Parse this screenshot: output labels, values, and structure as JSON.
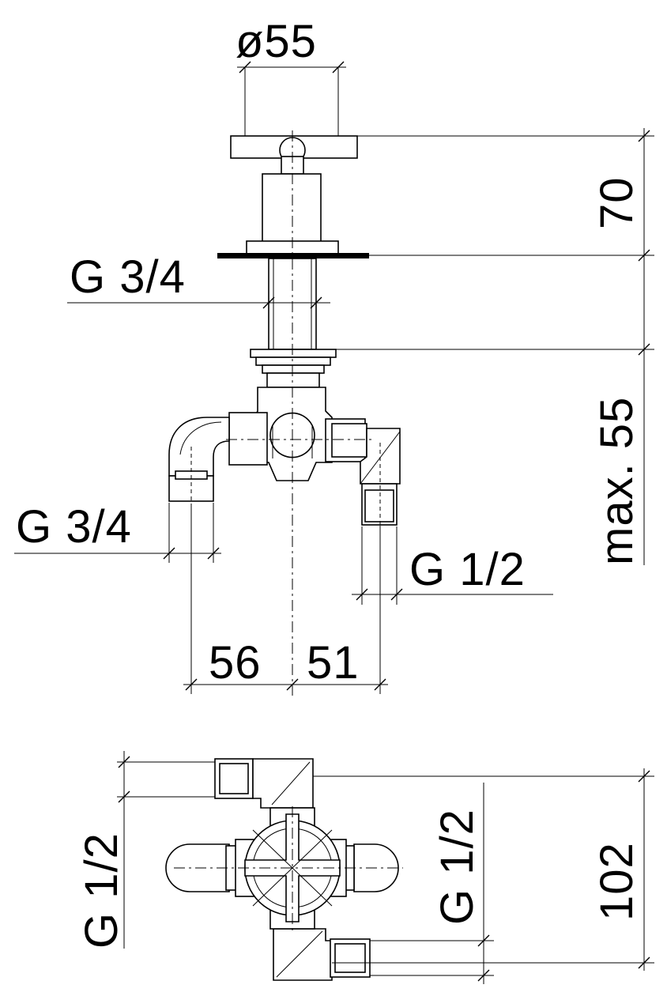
{
  "dimensions": {
    "diameter": "ø55",
    "height_handle": "70",
    "height_max": "max. 55",
    "thread_top": "G 3/4",
    "thread_left": "G 3/4",
    "thread_right": "G 1/2",
    "offset_left": "56",
    "offset_right": "51",
    "thread_plan_left": "G 1/2",
    "thread_plan_right": "G 1/2",
    "width_plan": "102"
  }
}
